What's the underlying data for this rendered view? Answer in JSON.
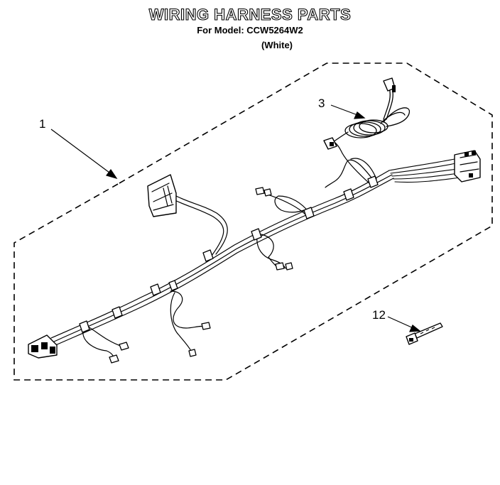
{
  "header": {
    "title": "WIRING HARNESS PARTS",
    "model_line": "For Model: CCW5264W2",
    "color_line": "(White)"
  },
  "callouts": {
    "harness": "1",
    "power_cord": "3",
    "cable_tie": "12"
  },
  "colors": {
    "ink": "#000000",
    "paper": "#ffffff"
  }
}
